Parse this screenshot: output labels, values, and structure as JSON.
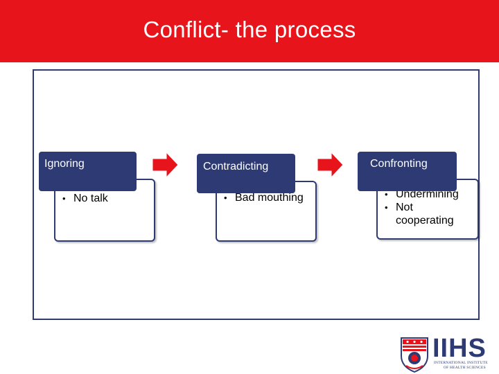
{
  "slide": {
    "title": "Conflict-  the process"
  },
  "stages": [
    {
      "header": "Ignoring",
      "items": [
        "No talk"
      ]
    },
    {
      "header": "Contradicting",
      "items": [
        "Bad mouthing"
      ]
    },
    {
      "header": "Confronting",
      "items": [
        "Undermining",
        "Not cooperating"
      ]
    }
  ],
  "logo": {
    "wordmark": "IIHS",
    "subtitle_line1": "INTERNATIONAL INSTITUTE",
    "subtitle_line2": "OF HEALTH SCIENCES"
  },
  "colors": {
    "banner": "#e8141b",
    "navy": "#2d3a73",
    "arrow": "#e8141b"
  }
}
